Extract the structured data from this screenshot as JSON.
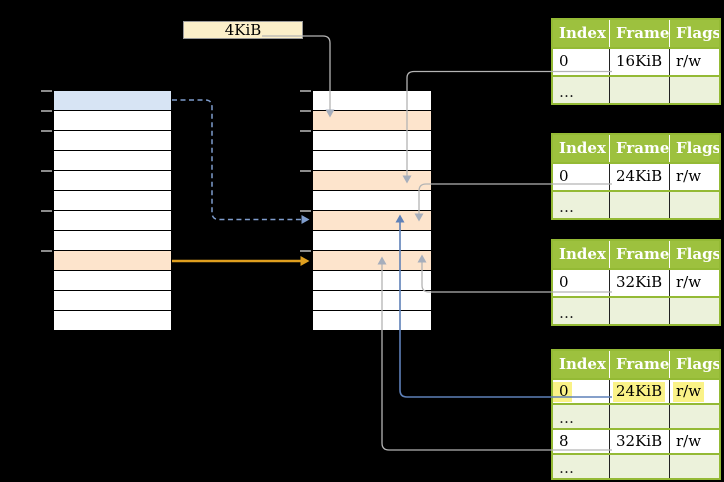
{
  "label_4kib": "4KiB",
  "colors": {
    "bg": "#000000",
    "green": "#9DC13E",
    "green-border": "#94BA35",
    "green-light": "#ECF2DB",
    "row-blue": "#D7E4F4",
    "row-orange": "#FDE4CC",
    "label-cream": "#FBEFC9",
    "line-gray": "#B4B4B4",
    "arrow-gray": "#A6AEBC",
    "blue-solid": "#5E80B8",
    "blue-dashed": "#7E9CCC",
    "orange-arrow": "#DF9F1F",
    "highlight": "#FAF287",
    "tick-gray": "#8C8C8C"
  },
  "virtual_memory": {
    "rows": 12,
    "blue_rows": [
      0
    ],
    "orange_rows": [
      8
    ],
    "tick_rows": [
      0,
      1,
      2,
      4,
      6,
      8
    ]
  },
  "physical_memory": {
    "rows": 12,
    "blue_rows": [],
    "orange_rows": [
      1,
      4,
      6,
      8
    ],
    "tick_rows": [
      0,
      1,
      2,
      4,
      6,
      8
    ]
  },
  "page_tables": [
    {
      "headers": [
        "Index",
        "Frame",
        "Flags"
      ],
      "rows": [
        {
          "cells": [
            "0",
            "16KiB",
            "r/w"
          ],
          "dots": false,
          "highlight": false
        },
        {
          "cells": [
            "…",
            "",
            ""
          ],
          "dots": true,
          "highlight": false
        }
      ]
    },
    {
      "headers": [
        "Index",
        "Frame",
        "Flags"
      ],
      "rows": [
        {
          "cells": [
            "0",
            "24KiB",
            "r/w"
          ],
          "dots": false,
          "highlight": false
        },
        {
          "cells": [
            "…",
            "",
            ""
          ],
          "dots": true,
          "highlight": false
        }
      ]
    },
    {
      "headers": [
        "Index",
        "Frame",
        "Flags"
      ],
      "rows": [
        {
          "cells": [
            "0",
            "32KiB",
            "r/w"
          ],
          "dots": false,
          "highlight": false
        },
        {
          "cells": [
            "…",
            "",
            ""
          ],
          "dots": true,
          "highlight": false
        }
      ]
    },
    {
      "headers": [
        "Index",
        "Frame",
        "Flags"
      ],
      "rows": [
        {
          "cells": [
            "0",
            "24KiB",
            "r/w"
          ],
          "dots": false,
          "highlight": true
        },
        {
          "cells": [
            "…",
            "",
            ""
          ],
          "dots": true,
          "highlight": false
        },
        {
          "cells": [
            "8",
            "32KiB",
            "r/w"
          ],
          "dots": false,
          "highlight": false
        },
        {
          "cells": [
            "…",
            "",
            ""
          ],
          "dots": true,
          "highlight": false
        }
      ]
    }
  ]
}
